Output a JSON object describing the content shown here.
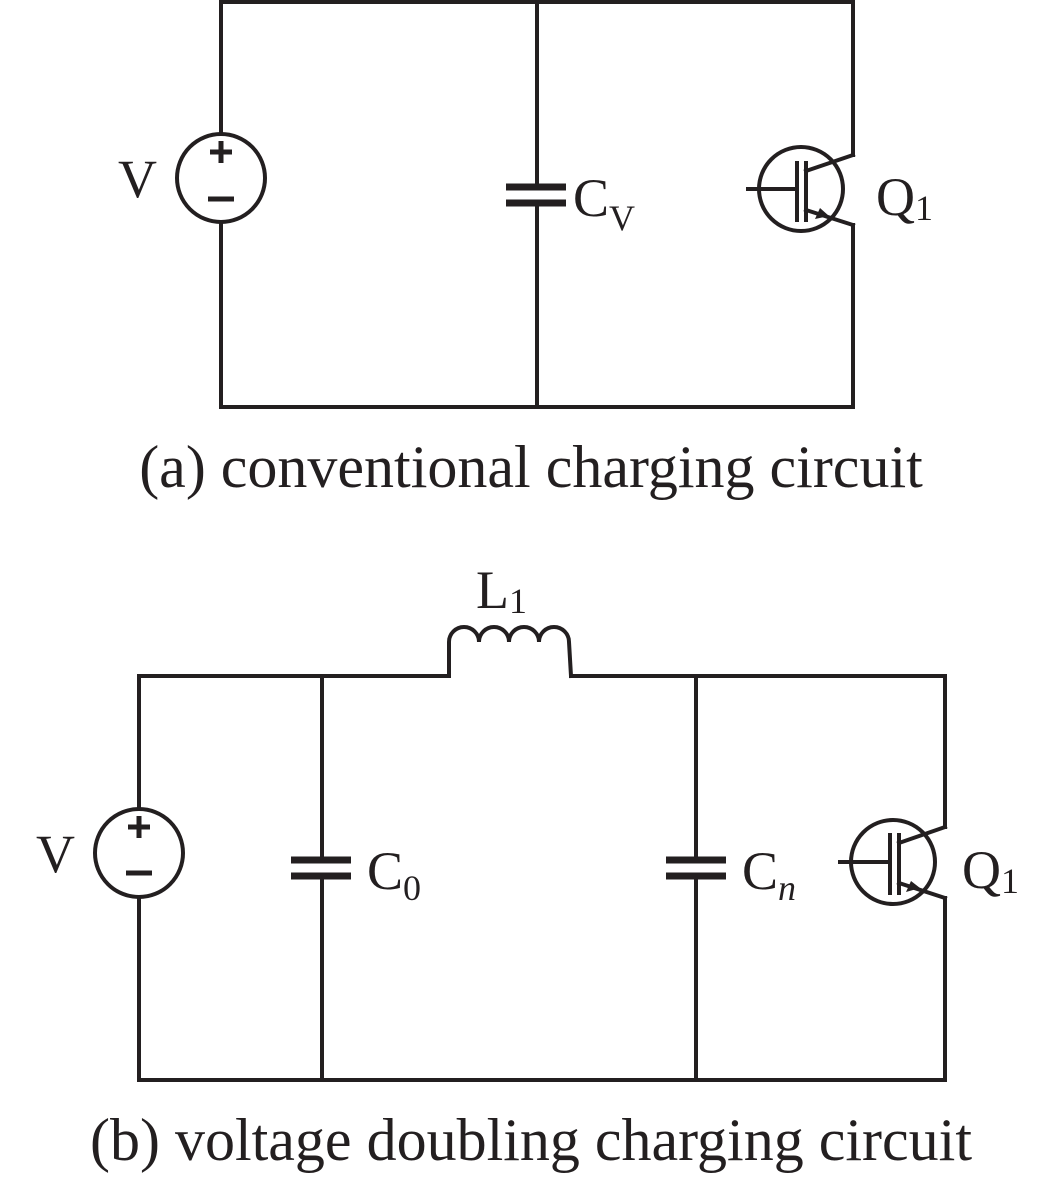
{
  "figure": {
    "panel_a": {
      "caption": "(a) conventional charging circuit",
      "components": {
        "source": {
          "label": "V",
          "plus": "+",
          "minus": "−"
        },
        "capacitor": {
          "label": "C",
          "sub": "V"
        },
        "switch": {
          "label": "Q",
          "sub": "1"
        }
      }
    },
    "panel_b": {
      "caption": "(b) voltage doubling charging circuit",
      "components": {
        "source": {
          "label": "V",
          "plus": "+",
          "minus": "−"
        },
        "capacitor_0": {
          "label": "C",
          "sub": "0"
        },
        "inductor": {
          "label": "L",
          "sub": "1"
        },
        "capacitor_n": {
          "label": "C",
          "sub": "n"
        },
        "switch": {
          "label": "Q",
          "sub": "1"
        }
      }
    },
    "colors": {
      "ink": "#231f20",
      "background": "#ffffff"
    }
  }
}
